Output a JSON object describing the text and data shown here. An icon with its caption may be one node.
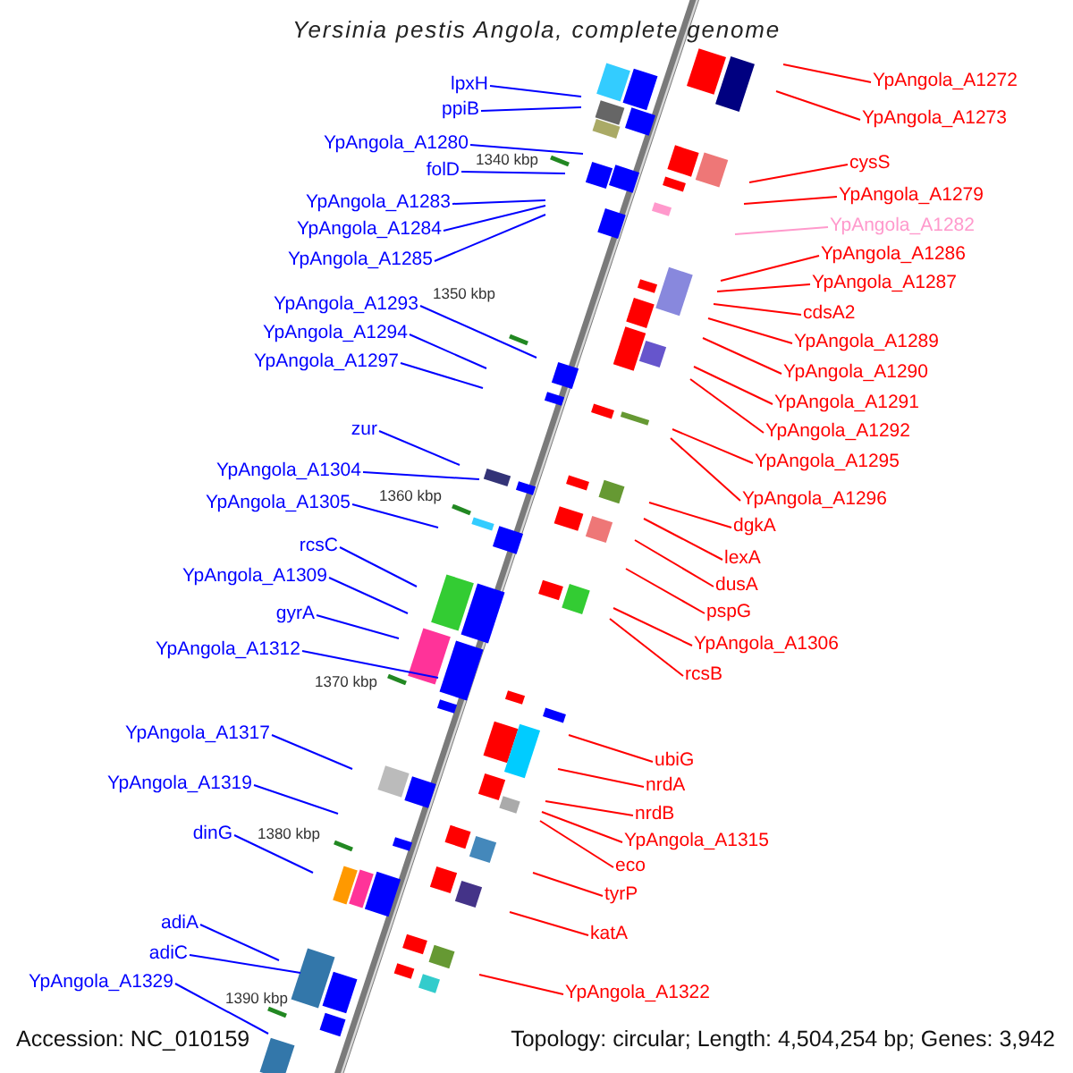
{
  "diagram": {
    "title": "Yersinia pestis Angola, complete genome",
    "nodes": [
      {
        "text": [
          "lpxH"
        ]
      },
      {
        "text": [
          "ppiB"
        ]
      },
      {
        "text": [
          "YpAngola_A1280"
        ]
      },
      {
        "text": [
          "folD"
        ]
      },
      {
        "text": [
          "YpAngola_A1283"
        ]
      },
      {
        "text": [
          "YpAngola_A1284"
        ]
      },
      {
        "text": [
          "YpAngola_A1285"
        ]
      },
      {
        "text": [
          "YpAngola_A1293"
        ]
      },
      {
        "text": [
          "YpAngola_A1294"
        ]
      },
      {
        "text": [
          "YpAngola_A1297"
        ]
      },
      {
        "text": [
          "zur"
        ]
      },
      {
        "text": [
          "YpAngola_A1304"
        ]
      },
      {
        "text": [
          "YpAngola_A1305"
        ]
      },
      {
        "text": [
          "rcsC"
        ]
      },
      {
        "text": [
          "YpAngola_A1309"
        ]
      },
      {
        "text": [
          "gyrA"
        ]
      },
      {
        "text": [
          "YpAngola_A1312"
        ]
      },
      {
        "text": [
          "YpAngola_A1317"
        ]
      },
      {
        "text": [
          "YpAngola_A1319"
        ]
      },
      {
        "text": [
          "dinG"
        ]
      },
      {
        "text": [
          "adiA"
        ]
      },
      {
        "text": [
          "adiC"
        ]
      },
      {
        "text": [
          "YpAngola_A1329"
        ]
      },
      {
        "text": [
          "YpAngola_A1272"
        ]
      },
      {
        "text": [
          "YpAngola_A1273"
        ]
      },
      {
        "text": [
          "cysS"
        ]
      },
      {
        "text": [
          "YpAngola_A1279"
        ]
      },
      {
        "text": [
          "YpAngola_A1282"
        ]
      },
      {
        "text": [
          "YpAngola_A1286"
        ]
      },
      {
        "text": [
          "YpAngola_A1287"
        ]
      },
      {
        "text": [
          "cdsA2"
        ]
      },
      {
        "text": [
          "YpAngola_A1289"
        ]
      },
      {
        "text": [
          "YpAngola_A1290"
        ]
      },
      {
        "text": [
          "YpAngola_A1291"
        ]
      },
      {
        "text": [
          "YpAngola_A1292"
        ]
      },
      {
        "text": [
          "YpAngola_A1295"
        ]
      },
      {
        "text": [
          "YpAngola_A1296"
        ]
      },
      {
        "text": [
          "dgkA"
        ]
      },
      {
        "text": [
          "lexA"
        ]
      },
      {
        "text": [
          "dusA"
        ]
      },
      {
        "text": [
          "pspG"
        ]
      },
      {
        "text": [
          "YpAngola_A1306"
        ]
      },
      {
        "text": [
          "rcsB"
        ]
      },
      {
        "text": [
          "ubiG"
        ]
      },
      {
        "text": [
          "nrdA"
        ]
      },
      {
        "text": [
          "nrdB"
        ]
      },
      {
        "text": [
          "YpAngola_A1315"
        ]
      },
      {
        "text": [
          "eco"
        ]
      },
      {
        "text": [
          "tyrP"
        ]
      },
      {
        "text": [
          "katA"
        ]
      },
      {
        "text": [
          "YpAngola_A1322"
        ]
      }
    ],
    "edges": [
      {
        "from": 0,
        "to": null,
        "arrow": "none",
        "color": "#0000ff"
      },
      {
        "from": 1,
        "to": null,
        "arrow": "none",
        "color": "#0000ff"
      },
      {
        "from": 2,
        "to": null,
        "arrow": "none",
        "color": "#0000ff"
      },
      {
        "from": 3,
        "to": null,
        "arrow": "none",
        "color": "#0000ff"
      },
      {
        "from": 4,
        "to": null,
        "arrow": "none",
        "color": "#0000ff"
      },
      {
        "from": 5,
        "to": null,
        "arrow": "none",
        "color": "#0000ff"
      },
      {
        "from": 6,
        "to": null,
        "arrow": "none",
        "color": "#0000ff"
      },
      {
        "from": 7,
        "to": null,
        "arrow": "none",
        "color": "#0000ff"
      },
      {
        "from": 8,
        "to": null,
        "arrow": "none",
        "color": "#0000ff"
      },
      {
        "from": 9,
        "to": null,
        "arrow": "none",
        "color": "#0000ff"
      },
      {
        "from": 10,
        "to": null,
        "arrow": "none",
        "color": "#0000ff"
      },
      {
        "from": 11,
        "to": null,
        "arrow": "none",
        "color": "#0000ff"
      },
      {
        "from": 12,
        "to": null,
        "arrow": "none",
        "color": "#0000ff"
      },
      {
        "from": 13,
        "to": null,
        "arrow": "none",
        "color": "#0000ff"
      },
      {
        "from": 14,
        "to": null,
        "arrow": "none",
        "color": "#0000ff"
      },
      {
        "from": 15,
        "to": null,
        "arrow": "none",
        "color": "#0000ff"
      },
      {
        "from": 16,
        "to": null,
        "arrow": "none",
        "color": "#0000ff"
      },
      {
        "from": 17,
        "to": null,
        "arrow": "none",
        "color": "#0000ff"
      },
      {
        "from": 18,
        "to": null,
        "arrow": "none",
        "color": "#0000ff"
      },
      {
        "from": 19,
        "to": null,
        "arrow": "none",
        "color": "#0000ff"
      },
      {
        "from": 20,
        "to": null,
        "arrow": "none",
        "color": "#0000ff"
      },
      {
        "from": 21,
        "to": null,
        "arrow": "none",
        "color": "#0000ff"
      },
      {
        "from": 22,
        "to": null,
        "arrow": "none",
        "color": "#0000ff"
      },
      {
        "from": 23,
        "to": null,
        "arrow": "none"
      },
      {
        "from": 24,
        "to": null,
        "arrow": "none"
      },
      {
        "from": 25,
        "to": null,
        "arrow": "none"
      },
      {
        "from": 26,
        "to": null,
        "arrow": "none"
      },
      {
        "from": 27,
        "to": null,
        "arrow": "none",
        "color": "#ff99cc"
      },
      {
        "from": 28,
        "to": null,
        "arrow": "none"
      },
      {
        "from": 29,
        "to": null,
        "arrow": "none"
      },
      {
        "from": 30,
        "to": null,
        "arrow": "none"
      },
      {
        "from": 31,
        "to": null,
        "arrow": "none"
      },
      {
        "from": 32,
        "to": null,
        "arrow": "none"
      },
      {
        "from": 33,
        "to": null,
        "arrow": "none"
      },
      {
        "from": 34,
        "to": null,
        "arrow": "none"
      },
      {
        "from": 35,
        "to": null,
        "arrow": "none"
      },
      {
        "from": 36,
        "to": null,
        "arrow": "none"
      },
      {
        "from": 37,
        "to": null,
        "arrow": "none"
      },
      {
        "from": 38,
        "to": null,
        "arrow": "none"
      },
      {
        "from": 39,
        "to": null,
        "arrow": "none"
      },
      {
        "from": 40,
        "to": null,
        "arrow": "none"
      },
      {
        "from": 41,
        "to": null,
        "arrow": "none"
      },
      {
        "from": 42,
        "to": null,
        "arrow": "none"
      },
      {
        "from": 43,
        "to": null,
        "arrow": "none"
      },
      {
        "from": 44,
        "to": null,
        "arrow": "none"
      },
      {
        "from": 45,
        "to": null,
        "arrow": "none"
      },
      {
        "from": 46,
        "to": null,
        "arrow": "none"
      },
      {
        "from": 47,
        "to": null,
        "arrow": "none"
      },
      {
        "from": 48,
        "to": null,
        "arrow": "none"
      },
      {
        "from": 49,
        "to": null,
        "arrow": "none"
      },
      {
        "from": 50,
        "to": null,
        "arrow": "none"
      }
    ],
    "labels": [
      "1340 kbp",
      "1350 kbp",
      "1360 kbp",
      "1370 kbp",
      "1380 kbp",
      "1390 kbp",
      "Accession: NC_010159",
      "Topology: circular; Length: 4,504,254 bp; Genes: 3,942"
    ]
  }
}
